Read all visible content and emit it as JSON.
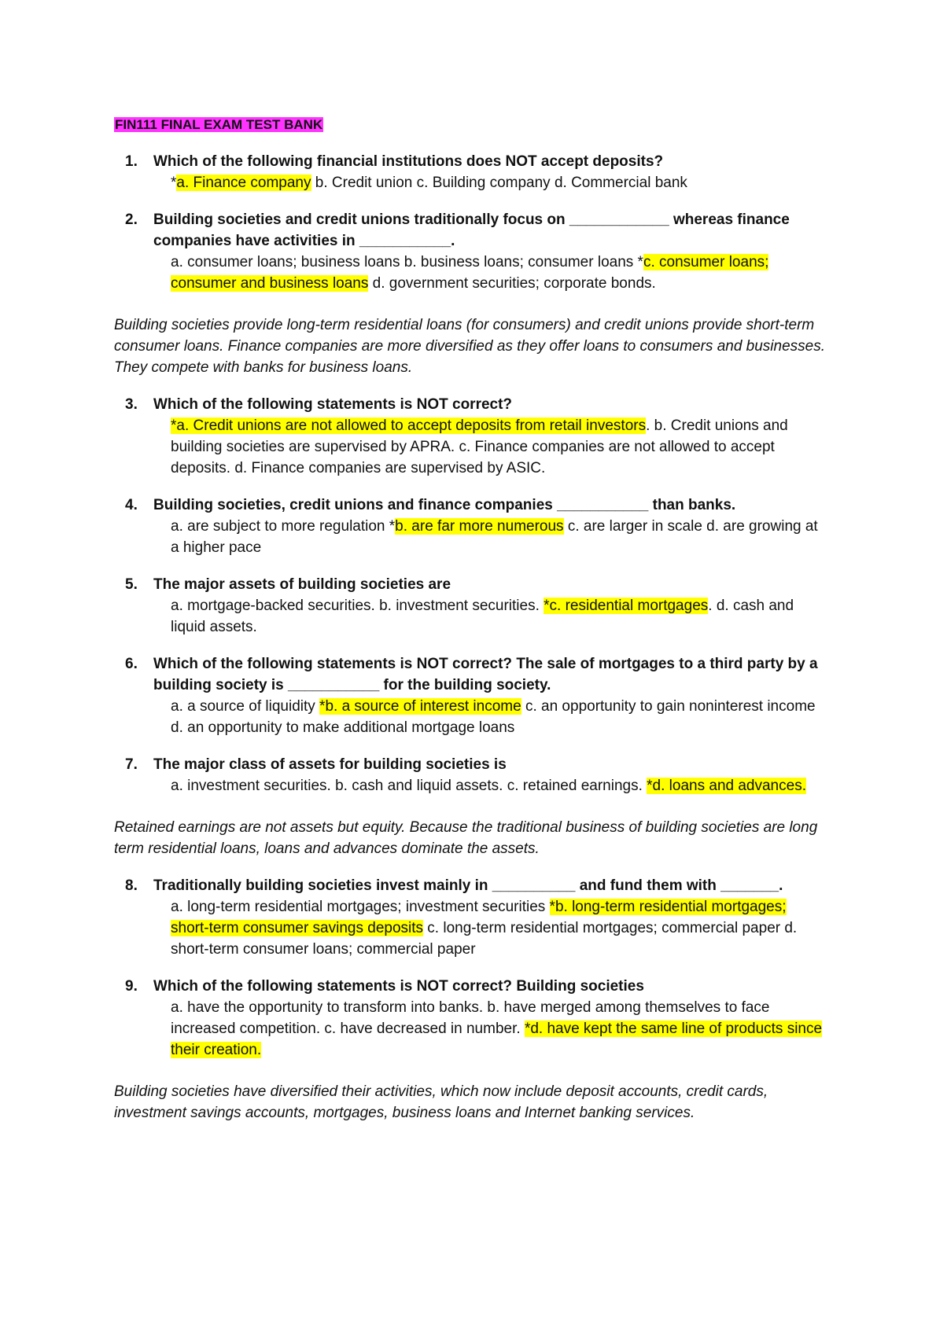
{
  "doc_title": "FIN111 FINAL EXAM TEST BANK",
  "highlight_color": "#ffff00",
  "title_highlight_color": "#ff33ff",
  "questions": [
    {
      "num": "1.",
      "text": "Which of the following financial institutions does NOT accept deposits?",
      "opts_pre": "*",
      "opts_hl": "a. Finance company",
      "opts_post": " b. Credit union c. Building company d. Commercial bank"
    },
    {
      "num": "2.",
      "text": "Building societies and credit unions traditionally focus on ____________ whereas finance companies have activities in ___________.",
      "opts_pre": "a. consumer loans; business loans b. business loans; consumer loans *",
      "opts_hl": "c. consumer loans; consumer and business loans",
      "opts_post": " d. government securities; corporate bonds."
    },
    {
      "num": "3.",
      "text": "Which of the following statements is NOT correct?",
      "opts_pre": "",
      "opts_hl": "*a. Credit unions are not allowed to accept deposits from retail investors",
      "opts_post": ". b. Credit unions and building societies are supervised by APRA. c. Finance companies are not allowed to accept deposits. d. Finance companies are supervised by ASIC."
    },
    {
      "num": "4.",
      "text": "Building societies, credit unions and finance companies ___________ than banks.",
      "opts_pre": "a. are subject to more regulation *",
      "opts_hl": "b. are far more numerous",
      "opts_post": " c. are larger in scale d. are growing at a higher pace"
    },
    {
      "num": "5.",
      "text": "The major assets of building societies are",
      "opts_pre": "a. mortgage-backed securities. b. investment securities. ",
      "opts_hl": "*c. residential mortgages",
      "opts_post": ". d. cash and liquid assets."
    },
    {
      "num": "6.",
      "text": "Which of the following statements is NOT correct? The sale of mortgages to a third party by a building society is ___________ for the building society.",
      "opts_pre": "a. a source of liquidity ",
      "opts_hl": "*b. a source of interest income",
      "opts_post": " c. an opportunity to gain noninterest income d. an opportunity to make additional mortgage loans"
    },
    {
      "num": "7.",
      "text": "The major class of assets for building societies is",
      "opts_pre": "a. investment securities. b. cash and liquid assets. c. retained earnings. ",
      "opts_hl": "*d. loans and advances.",
      "opts_post": ""
    },
    {
      "num": "8.",
      "text": "Traditionally building societies invest mainly in __________ and fund them with _______.",
      "opts_pre": "a. long-term residential mortgages; investment securities ",
      "opts_hl": "*b. long-term residential mortgages; short-term consumer savings deposits",
      "opts_post": " c. long-term residential mortgages; commercial paper d. short-term consumer loans; commercial paper"
    },
    {
      "num": "9.",
      "text": "Which of the following statements is NOT correct? Building societies",
      "opts_pre": "a. have the opportunity to transform into banks. b. have merged among themselves to face increased competition. c. have decreased in number. ",
      "opts_hl": "*d. have kept the same line of products since their creation.",
      "opts_post": ""
    }
  ],
  "notes": {
    "after_q2": "Building societies provide long-term residential loans (for consumers) and credit unions provide short-term consumer loans. Finance companies are more diversified as they offer loans to consumers and businesses. They compete with banks for business loans.",
    "after_q7": "Retained earnings are not assets but equity. Because the traditional business of building societies are long term residential loans, loans and advances dominate the assets.",
    "after_q9": "Building societies have diversified their activities, which now include deposit accounts, credit cards, investment savings accounts, mortgages, business loans and Internet banking services."
  }
}
